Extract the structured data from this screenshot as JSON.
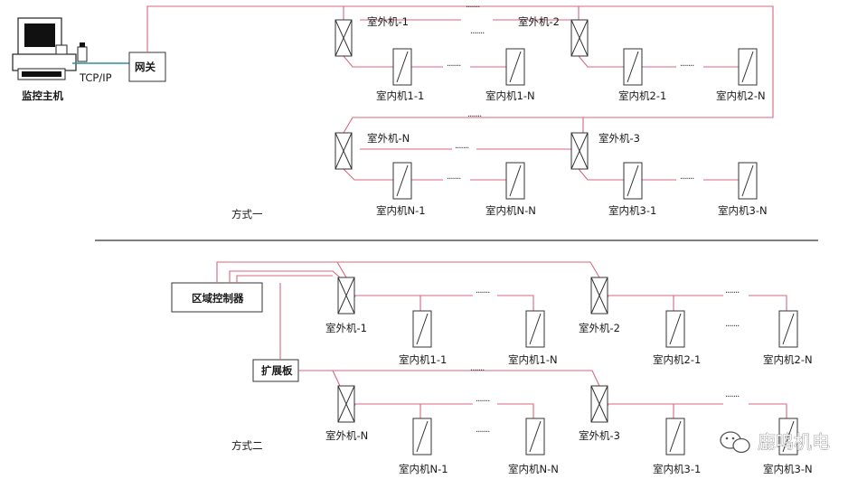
{
  "section1": {
    "monitor_label": "监控主机",
    "tcpip_label": "TCP/IP",
    "gateway_label": "网关",
    "outdoor_1": "室外机-1",
    "outdoor_2": "室外机-2",
    "outdoor_3": "室外机-3",
    "outdoor_n": "室外机-N",
    "indoor_1_1": "室内机1-1",
    "indoor_1_n": "室内机1-N",
    "indoor_2_1": "室内机2-1",
    "indoor_2_n": "室内机2-N",
    "indoor_n_1": "室内机N-1",
    "indoor_n_n": "室内机N-N",
    "indoor_3_1": "室内机3-1",
    "indoor_3_n": "室内机3-N",
    "mode_label": "方式一"
  },
  "section2": {
    "zone_controller_label": "区域控制器",
    "expansion_label": "扩展板",
    "outdoor_1": "室外机-1",
    "outdoor_2": "室外机-2",
    "outdoor_3": "室外机-3",
    "outdoor_n": "室外机-N",
    "indoor_1_1": "室内机1-1",
    "indoor_1_n": "室内机1-N",
    "indoor_2_1": "室内机2-1",
    "indoor_2_n": "室内机2-N",
    "indoor_n_1": "室内机N-1",
    "indoor_n_n": "室内机N-N",
    "indoor_3_1": "室内机3-1",
    "indoor_3_n": "室内机3-N",
    "mode_label": "方式二"
  },
  "ellipsis": "·······",
  "watermark": "鹿鸣机电",
  "colors": {
    "wire": "#d9667d",
    "line": "#333333"
  }
}
